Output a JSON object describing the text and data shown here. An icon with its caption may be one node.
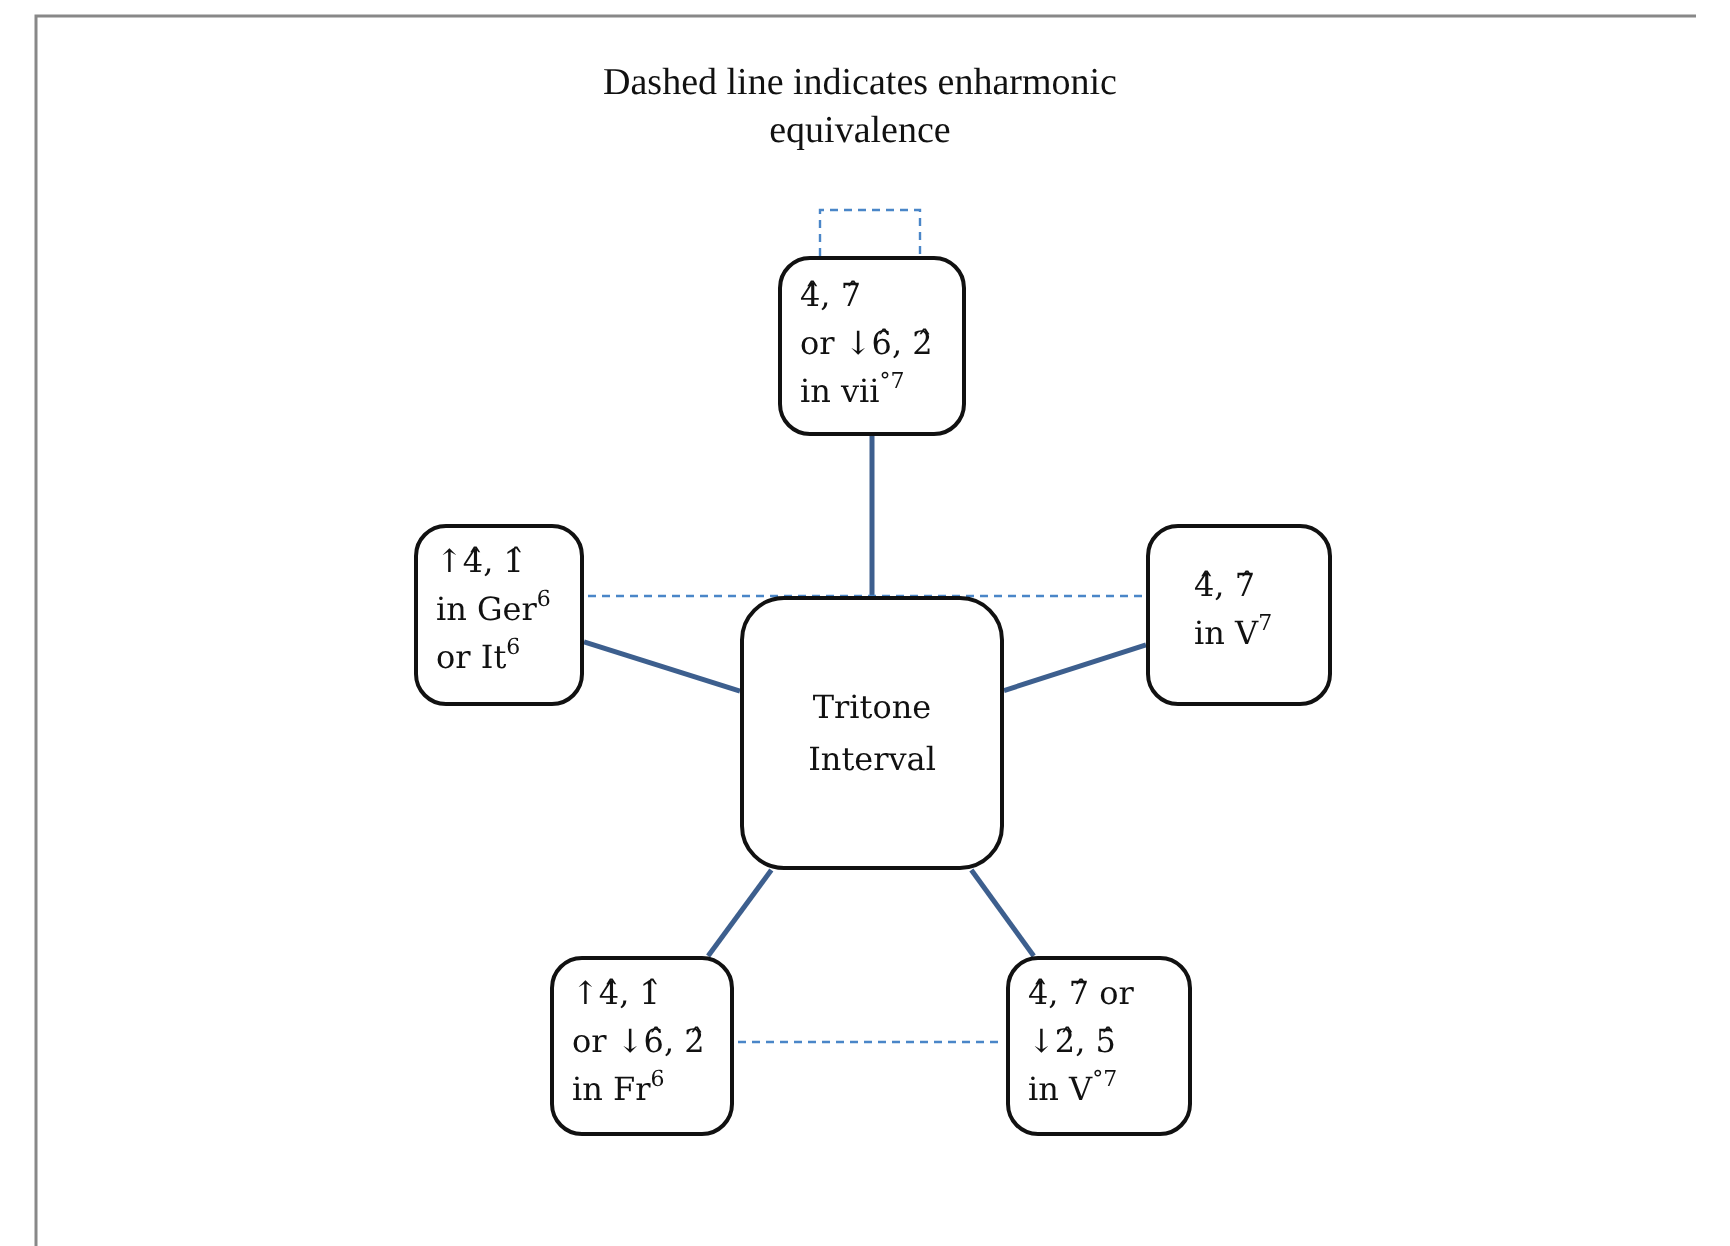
{
  "diagram": {
    "nodes": [
      {
        "text": [
          "Tritone Interval"
        ]
      },
      {
        "text": [
          "4̂, 7̂",
          "or ↓6̂, 2̂",
          "in vii$^{°7}$"
        ]
      },
      {
        "text": [
          "↑4̂, 1̂",
          "in Ger$^{6}$",
          "or It$^{6}$"
        ]
      },
      {
        "text": [
          "4̂, 7̂",
          "in V$^{7}$"
        ]
      },
      {
        "text": [
          "↑4̂, 1̂",
          "or ↓6̂, 2̂",
          "in Fr$^{6}$"
        ]
      },
      {
        "text": [
          "4̂, 7̂ or",
          "↓2̂, 5̂",
          "in V$^{°7}$"
        ]
      }
    ],
    "edges": [
      {
        "from": 0,
        "to": 1,
        "arrow": "none"
      },
      {
        "from": 0,
        "to": 2,
        "arrow": "none"
      },
      {
        "from": 0,
        "to": 3,
        "arrow": "none"
      },
      {
        "from": 0,
        "to": 4,
        "arrow": "none"
      },
      {
        "from": 0,
        "to": 5,
        "arrow": "none"
      },
      {
        "from": 2,
        "to": 3,
        "arrow": "none",
        "style": "dashed",
        "color": "#4a86c8"
      },
      {
        "from": 4,
        "to": 5,
        "arrow": "none",
        "style": "dashed",
        "color": "#4a86c8"
      },
      {
        "from": 1,
        "to": 1,
        "arrow": "none",
        "style": "dashed",
        "color": "#4a86c8"
      }
    ],
    "labels": [
      "Dashed line indicates enharmonic equivalence"
    ]
  }
}
